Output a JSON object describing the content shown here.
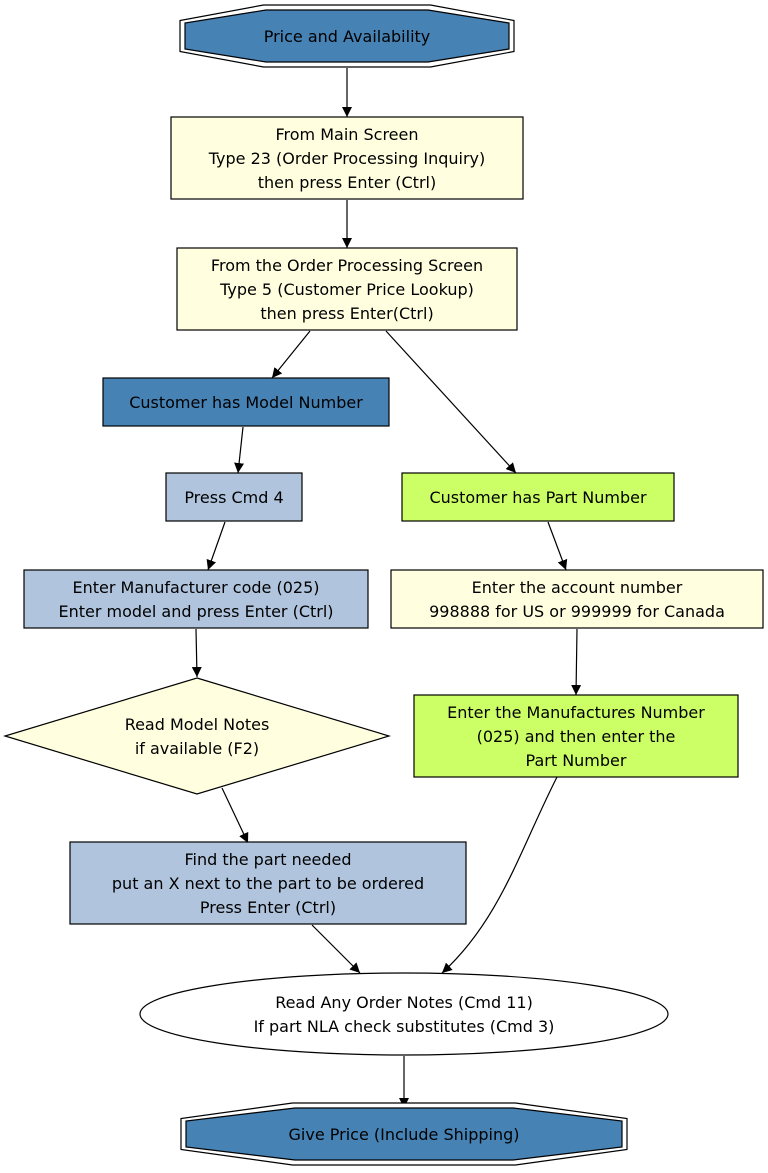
{
  "diagram": {
    "title": "Price and Availability",
    "colors": {
      "steelblue": "#4682b4",
      "lightsteelblue": "#b0c4de",
      "lightyellow": "#ffffe0",
      "greenyellow": "#ccff66",
      "white": "#ffffff",
      "stroke": "#000000"
    },
    "nodes": [
      {
        "id": "start",
        "shape": "doubleoctagon",
        "fill": "steelblue",
        "lines": [
          "Price and Availability"
        ]
      },
      {
        "id": "main_screen",
        "shape": "box",
        "fill": "lightyellow",
        "lines": [
          "From Main Screen",
          "Type 23 (Order Processing Inquiry)",
          "then press Enter (Ctrl)"
        ]
      },
      {
        "id": "order_processing",
        "shape": "box",
        "fill": "lightyellow",
        "lines": [
          "From the Order Processing Screen",
          "Type 5 (Customer Price Lookup)",
          "then press Enter(Ctrl)"
        ]
      },
      {
        "id": "has_model",
        "shape": "box",
        "fill": "steelblue",
        "lines": [
          "Customer has Model Number"
        ]
      },
      {
        "id": "has_part",
        "shape": "box",
        "fill": "greenyellow",
        "lines": [
          "Customer has Part Number"
        ]
      },
      {
        "id": "press_cmd4",
        "shape": "box",
        "fill": "lightsteelblue",
        "lines": [
          "Press Cmd 4"
        ]
      },
      {
        "id": "enter_mfr_code",
        "shape": "box",
        "fill": "lightsteelblue",
        "lines": [
          "Enter Manufacturer code (025)",
          "Enter model and press Enter (Ctrl)"
        ]
      },
      {
        "id": "enter_account",
        "shape": "box",
        "fill": "lightyellow",
        "lines": [
          "Enter the account number",
          "998888 for US or 999999 for Canada"
        ]
      },
      {
        "id": "read_model_notes",
        "shape": "diamond",
        "fill": "lightyellow",
        "lines": [
          "Read Model Notes",
          "if available (F2)"
        ]
      },
      {
        "id": "enter_mfr_number",
        "shape": "box",
        "fill": "greenyellow",
        "lines": [
          "Enter the Manufactures Number",
          "(025) and then enter the",
          "Part Number"
        ]
      },
      {
        "id": "find_part",
        "shape": "box",
        "fill": "lightsteelblue",
        "lines": [
          "Find the part needed",
          "put an X next to the part to be ordered",
          "Press Enter (Ctrl)"
        ]
      },
      {
        "id": "order_notes",
        "shape": "ellipse",
        "fill": "white",
        "lines": [
          "Read Any Order Notes (Cmd 11)",
          "If part NLA check substitutes (Cmd 3)"
        ]
      },
      {
        "id": "give_price",
        "shape": "doubleoctagon",
        "fill": "steelblue",
        "lines": [
          "Give Price (Include Shipping)"
        ]
      }
    ],
    "edges": [
      {
        "from": "start",
        "to": "main_screen"
      },
      {
        "from": "main_screen",
        "to": "order_processing"
      },
      {
        "from": "order_processing",
        "to": "has_model"
      },
      {
        "from": "order_processing",
        "to": "has_part"
      },
      {
        "from": "has_model",
        "to": "press_cmd4"
      },
      {
        "from": "press_cmd4",
        "to": "enter_mfr_code"
      },
      {
        "from": "enter_mfr_code",
        "to": "read_model_notes"
      },
      {
        "from": "read_model_notes",
        "to": "find_part"
      },
      {
        "from": "find_part",
        "to": "order_notes"
      },
      {
        "from": "has_part",
        "to": "enter_account"
      },
      {
        "from": "enter_account",
        "to": "enter_mfr_number"
      },
      {
        "from": "enter_mfr_number",
        "to": "order_notes"
      },
      {
        "from": "order_notes",
        "to": "give_price"
      }
    ]
  }
}
